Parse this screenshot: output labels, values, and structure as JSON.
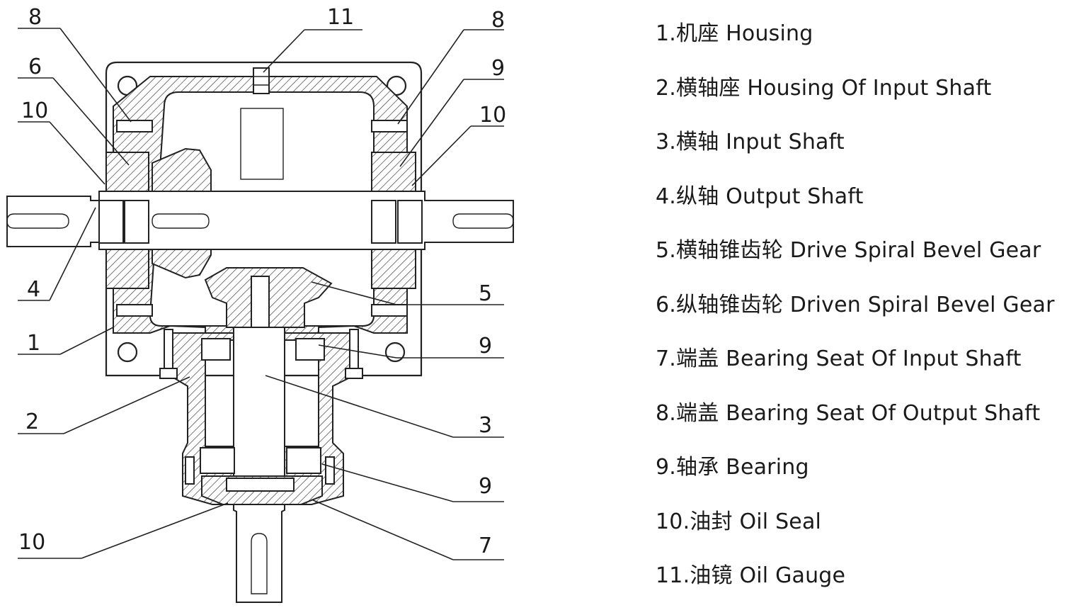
{
  "callouts": [
    {
      "id": "c8l",
      "text": "8"
    },
    {
      "id": "c6",
      "text": "6"
    },
    {
      "id": "c10l",
      "text": "10"
    },
    {
      "id": "c4",
      "text": "4"
    },
    {
      "id": "c1",
      "text": "1"
    },
    {
      "id": "c2",
      "text": "2"
    },
    {
      "id": "c10b",
      "text": "10"
    },
    {
      "id": "c11",
      "text": "11"
    },
    {
      "id": "c8r",
      "text": "8"
    },
    {
      "id": "c9a",
      "text": "9"
    },
    {
      "id": "c10r",
      "text": "10"
    },
    {
      "id": "c5",
      "text": "5"
    },
    {
      "id": "c9b",
      "text": "9"
    },
    {
      "id": "c3",
      "text": "3"
    },
    {
      "id": "c9c",
      "text": "9"
    },
    {
      "id": "c7",
      "text": "7"
    }
  ],
  "legend": [
    "1.机座 Housing",
    "2.横轴座 Housing Of Input Shaft",
    "3.横轴 Input Shaft",
    "4.纵轴 Output Shaft",
    "5.横轴锥齿轮 Drive Spiral Bevel Gear",
    "6.纵轴锥齿轮 Driven Spiral Bevel Gear",
    "7.端盖 Bearing Seat Of Input Shaft",
    "8.端盖 Bearing Seat Of Output Shaft",
    "9.轴承 Bearing",
    "10.油封 Oil Seal",
    "11.油镜 Oil Gauge"
  ]
}
